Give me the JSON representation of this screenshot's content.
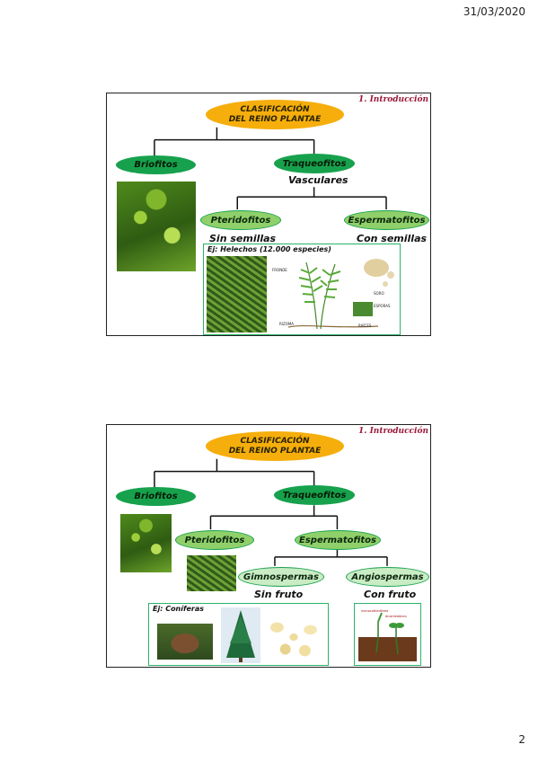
{
  "page": {
    "date": "31/03/2020",
    "number": "2"
  },
  "slide1": {
    "corner": "1. Introducción",
    "title_line1": "CLASIFICACIÓN",
    "title_line2": "DEL REINO PLANTAE",
    "briofitos": "Briofitos",
    "traqueofitos": "Traqueofitos",
    "vasculares": "Vasculares",
    "pteridofitos": "Pteridofitos",
    "espermatofitos": "Espermatofitos",
    "sin_semillas": "Sin semillas",
    "con_semillas": "Con semillas",
    "example_label": "Ej: Helechos (12.000 especies)",
    "diagram_labels": [
      "FRONDE",
      "SORO",
      "ESPORAS",
      "RIZOMA",
      "RAÍCES"
    ]
  },
  "slide2": {
    "corner": "1. Introducción",
    "title_line1": "CLASIFICACIÓN",
    "title_line2": "DEL REINO PLANTAE",
    "briofitos": "Briofitos",
    "traqueofitos": "Traqueofitos",
    "pteridofitos": "Pteridofitos",
    "espermatofitos": "Espermatofitos",
    "gimnospermas": "Gimnospermas",
    "angiospermas": "Angiospermas",
    "sin_fruto": "Sin fruto",
    "con_fruto": "Con fruto",
    "example_label": "Ej: Coníferas",
    "seedling_labels": [
      "monocotiledónea",
      "dicotiledónea"
    ]
  },
  "colors": {
    "title": "#f5ae0c",
    "green": "#17a14d",
    "accent": "#9a1a3a"
  }
}
